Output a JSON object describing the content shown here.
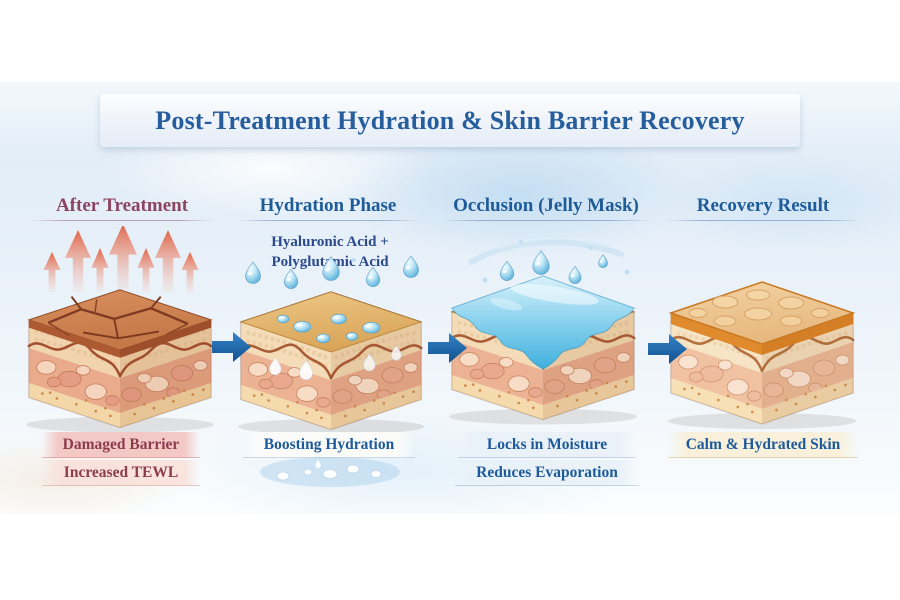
{
  "title": "Post-Treatment Hydration & Skin Barrier Recovery",
  "colors": {
    "title_blue": "#265d9d",
    "header_blue": "#1e5b99",
    "header_maroon": "#8c4560",
    "label_maroon": "#8d3c4e",
    "label_blue": "#1d5a9b",
    "annotation_blue": "#2b4a8c",
    "flow_arrow_blue": "#1a69b0",
    "tewl_arrow_coral": "#df5f41",
    "droplet_blue": "#5fb4dd",
    "jelly_blue": "#3fb0de",
    "band_pink": "#f3c6c3",
    "band_pink_light": "#f9e2dc",
    "band_blue_light": "#e9f1f8",
    "band_cream": "#f8f0da"
  },
  "stages": [
    {
      "header": "After Treatment",
      "labels": [
        "Damaged Barrier",
        "Increased TEWL"
      ],
      "illustration": "damaged-cracked-skin-cross-section-with-moisture-loss-arrows"
    },
    {
      "header": "Hydration Phase",
      "annotation": "Hyaluronic Acid +\nPolyglutamic Acid",
      "labels": [
        "Boosting Hydration"
      ],
      "illustration": "skin-cross-section-absorbing-water-droplets"
    },
    {
      "header": "Occlusion (Jelly Mask)",
      "labels": [
        "Locks in Moisture",
        "Reduces Evaporation"
      ],
      "illustration": "skin-cross-section-covered-by-blue-jelly-mask"
    },
    {
      "header": "Recovery Result",
      "labels": [
        "Calm & Hydrated Skin"
      ],
      "illustration": "healthy-recovered-skin-cross-section"
    }
  ]
}
